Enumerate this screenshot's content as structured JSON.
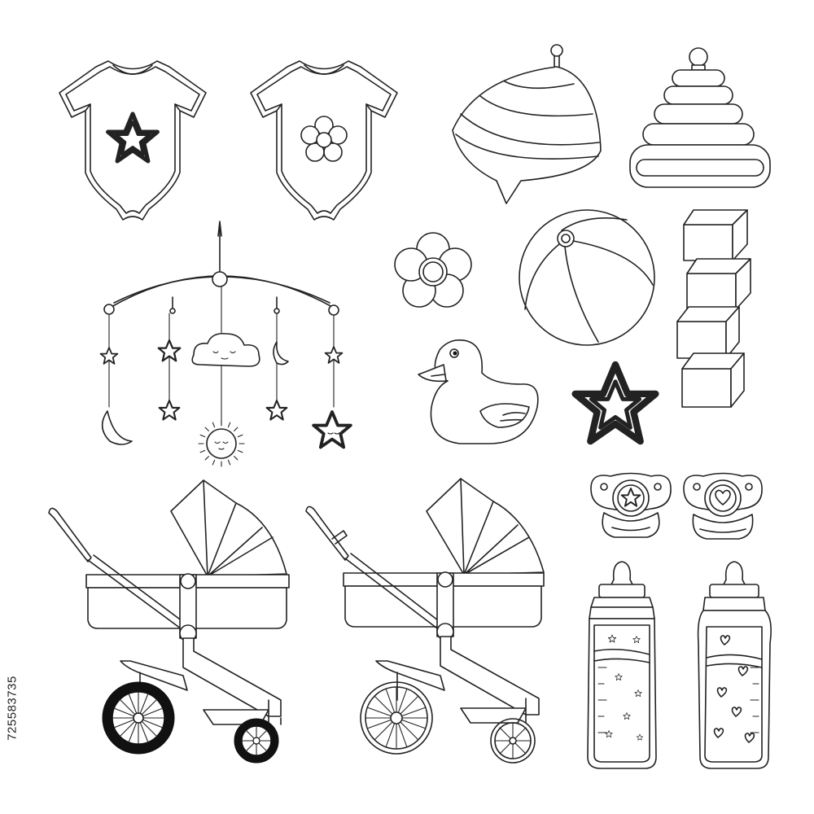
{
  "image_id_text": "725583735",
  "palette": {
    "line": "#222222",
    "background": "#ffffff",
    "wheel_fill": "#111111"
  },
  "items": [
    {
      "name": "baby-bodysuit-star"
    },
    {
      "name": "baby-bodysuit-flower"
    },
    {
      "name": "spinning-top"
    },
    {
      "name": "stacking-ring-pyramid"
    },
    {
      "name": "crib-mobile"
    },
    {
      "name": "flower"
    },
    {
      "name": "beach-ball"
    },
    {
      "name": "toy-blocks-stack"
    },
    {
      "name": "rubber-duck"
    },
    {
      "name": "star"
    },
    {
      "name": "pacifier-star"
    },
    {
      "name": "pacifier-heart"
    },
    {
      "name": "baby-stroller-black-wheels"
    },
    {
      "name": "baby-stroller-outline-wheels"
    },
    {
      "name": "baby-bottle-stars"
    },
    {
      "name": "baby-bottle-hearts"
    }
  ]
}
